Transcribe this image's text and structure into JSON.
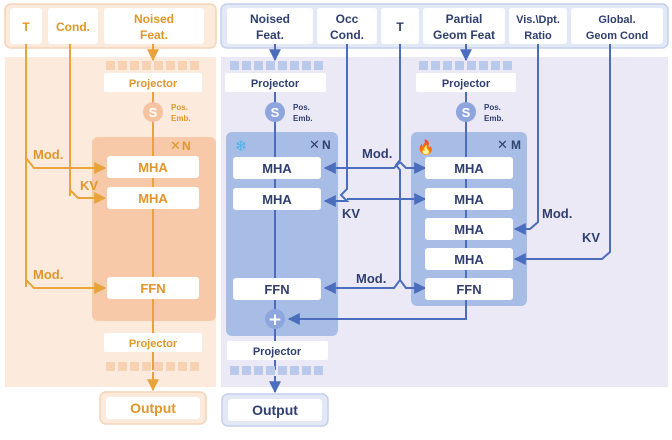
{
  "left": {
    "inputs": {
      "t": "T",
      "cond": "Cond.",
      "noised_feat": [
        "Noised",
        "Feat."
      ]
    },
    "projector_top": "Projector",
    "s_symbol": "S",
    "pos_emb": [
      "Pos.",
      "Emb."
    ],
    "repeat": "N",
    "mha1": "MHA",
    "mha2": "MHA",
    "ffn": "FFN",
    "mod_top": "Mod.",
    "kv": "KV",
    "mod_bottom": "Mod.",
    "projector_bottom": "Projector",
    "output": "Output"
  },
  "right": {
    "inputs": {
      "noised_feat": [
        "Noised",
        "Feat."
      ],
      "occ_cond": [
        "Occ",
        "Cond."
      ],
      "t": "T",
      "partial_geom": [
        "Partial",
        "Geom Feat"
      ],
      "vis_ratio": [
        "Vis.\\Dpt.",
        "Ratio"
      ],
      "global_geom": [
        "Global.",
        "Geom Cond"
      ]
    },
    "frozen": {
      "projector_top": "Projector",
      "s_symbol": "S",
      "pos_emb": [
        "Pos.",
        "Emb."
      ],
      "repeat": "N",
      "mha1": "MHA",
      "mha2": "MHA",
      "ffn": "FFN",
      "projector_bottom": "Projector"
    },
    "trainable": {
      "projector_top": "Projector",
      "s_symbol": "S",
      "pos_emb": [
        "Pos.",
        "Emb."
      ],
      "repeat": "M",
      "mha1": "MHA",
      "mha2": "MHA",
      "mha3": "MHA",
      "mha4": "MHA",
      "ffn": "FFN"
    },
    "labels": {
      "mod_top": "Mod.",
      "kv_mid": "KV",
      "mod_right": "Mod.",
      "kv_right": "KV",
      "mod_bottom": "Mod."
    },
    "output": "Output"
  },
  "colors": {
    "orange_line": "#e8a33a",
    "orange_text": "#e0962a",
    "orange_panel": "#fcebdc",
    "orange_block": "#f7c9a9",
    "blue_line": "#4b6dbd",
    "blue_text": "#3d5da8",
    "blue_panel": "#ece9f6",
    "blue_block": "#a8bde6"
  }
}
